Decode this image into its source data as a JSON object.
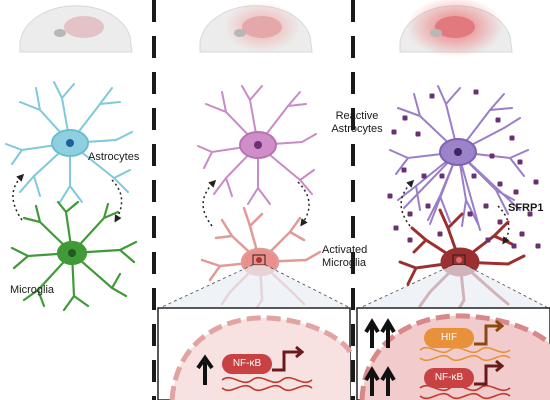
{
  "panels": [
    {
      "state": "baseline"
    },
    {
      "state": "injury"
    },
    {
      "state": "severe-injury"
    }
  ],
  "labels": {
    "astrocytes": "Astrocytes",
    "microglia": "Microglia",
    "reactive_line1": "Reactive",
    "reactive_line2": "Astrocytes",
    "activated_line1": "Activated",
    "activated_line2": "Microglia",
    "sfrp1": "SFRP1"
  },
  "insets": {
    "middle": {
      "factors": [
        {
          "name": "NF-κB",
          "arrows": 1
        }
      ]
    },
    "right": {
      "factors": [
        {
          "name": "HIF",
          "arrows": 2
        },
        {
          "name": "NF-κB",
          "arrows": 2
        }
      ]
    }
  },
  "colors": {
    "astrocyte_rest": "#7fc9db",
    "microglia_rest": "#3f9a37",
    "astrocyte_mid": "#c98bc6",
    "microglia_mid": "#e29a96",
    "astrocyte_reactive": "#9a7ec8",
    "microglia_activated": "#9c2f2f",
    "sfrp1_dots": "#6b2f74",
    "nfkb": "#c84243",
    "hif": "#e8913a",
    "dna": "#c0392b",
    "divider": "#1a1a1a"
  }
}
